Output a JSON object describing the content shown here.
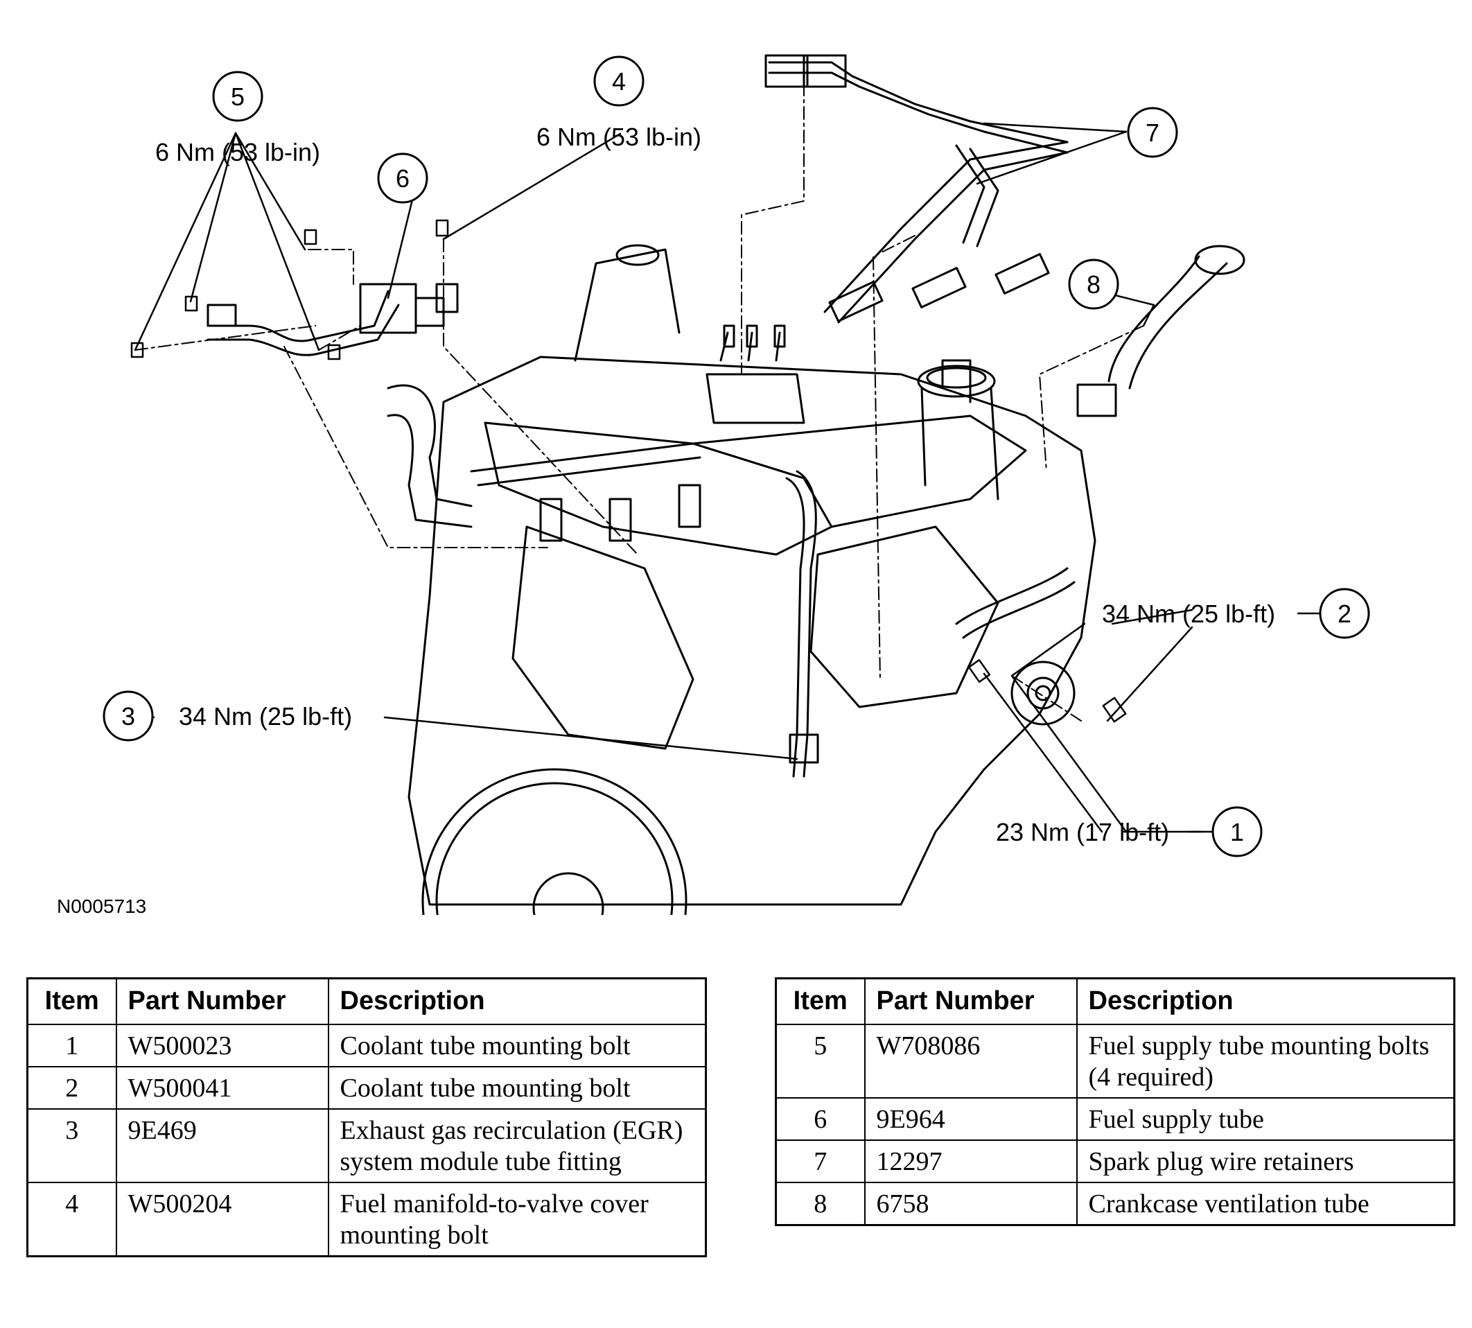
{
  "diagram": {
    "figure_id": "N0005713",
    "callouts": [
      {
        "number": "1",
        "torque": "23 Nm (17 lb-ft)"
      },
      {
        "number": "2",
        "torque": "34 Nm (25 lb-ft)"
      },
      {
        "number": "3",
        "torque": "34 Nm (25 lb-ft)"
      },
      {
        "number": "4",
        "torque": "6 Nm (53 lb-in)"
      },
      {
        "number": "5",
        "torque": "6 Nm (53 lb-in)"
      },
      {
        "number": "6",
        "torque": ""
      },
      {
        "number": "7",
        "torque": ""
      },
      {
        "number": "8",
        "torque": ""
      }
    ]
  },
  "tables": {
    "headers": {
      "item": "Item",
      "part_number": "Part Number",
      "description": "Description"
    },
    "left": [
      {
        "item": "1",
        "part_number": "W500023",
        "description": "Coolant tube mounting bolt"
      },
      {
        "item": "2",
        "part_number": "W500041",
        "description": "Coolant tube mounting bolt"
      },
      {
        "item": "3",
        "part_number": "9E469",
        "description": "Exhaust gas recirculation (EGR) system module tube fitting"
      },
      {
        "item": "4",
        "part_number": "W500204",
        "description": "Fuel manifold-to-valve cover mounting bolt"
      }
    ],
    "right": [
      {
        "item": "5",
        "part_number": "W708086",
        "description": "Fuel supply tube mounting bolts (4 required)"
      },
      {
        "item": "6",
        "part_number": "9E964",
        "description": "Fuel supply tube"
      },
      {
        "item": "7",
        "part_number": "12297",
        "description": "Spark plug wire retainers"
      },
      {
        "item": "8",
        "part_number": "6758",
        "description": "Crankcase ventilation tube"
      }
    ]
  }
}
